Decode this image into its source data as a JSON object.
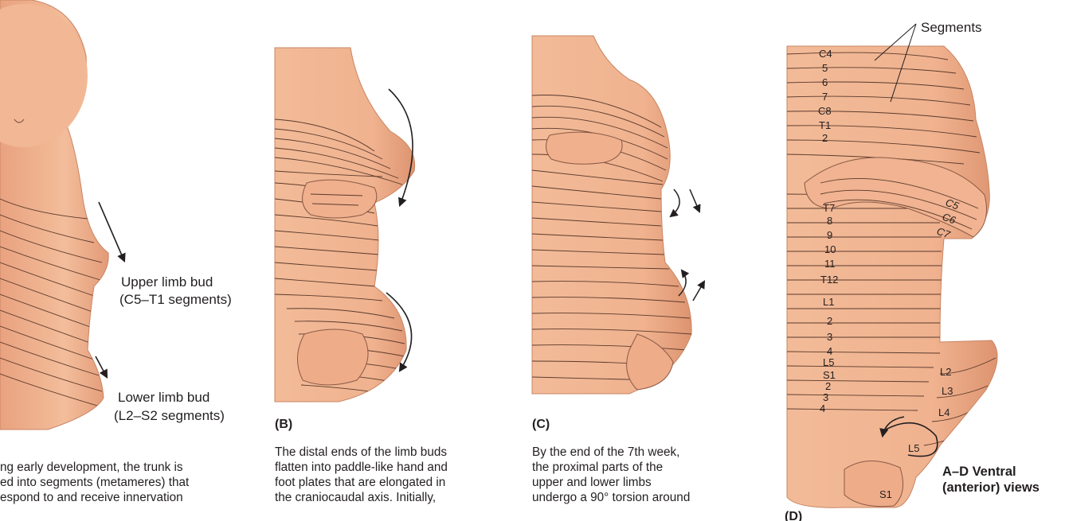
{
  "panel_a": {
    "upper_label_1": "Upper limb bud",
    "upper_label_2": "(C5–T1 segments)",
    "lower_label_1": "Lower limb bud",
    "lower_label_2": "(L2–S2 segments)",
    "caption_1": "ng early development, the trunk is",
    "caption_2": "ed into segments (metameres) that",
    "caption_3": "espond to and receive innervation"
  },
  "panel_b": {
    "label": "(B)",
    "caption_1": "The distal ends of the limb buds",
    "caption_2": "flatten into paddle-like hand and",
    "caption_3": "foot plates that are elongated in",
    "caption_4": "the craniocaudal axis. Initially,"
  },
  "panel_c": {
    "label": "(C)",
    "caption_1": "By the end of the 7th week,",
    "caption_2": "the proximal parts of the",
    "caption_3": "upper and lower limbs",
    "caption_4": "undergo a 90° torsion around"
  },
  "panel_d": {
    "label": "(D)",
    "segments_label": "Segments",
    "views_1": "A–D Ventral",
    "views_2": "(anterior) views",
    "trunk_segments": [
      "C4",
      "5",
      "6",
      "7",
      "C8",
      "T1",
      "2",
      "T7",
      "8",
      "9",
      "10",
      "11",
      "T12",
      "L1",
      "2",
      "3",
      "4",
      "L5",
      "S1",
      "2",
      "3",
      "4"
    ],
    "arm_segments": [
      "C5",
      "C6",
      "C7"
    ],
    "leg_segments": [
      "L2",
      "L3",
      "L4",
      "L5",
      "S1"
    ]
  },
  "colors": {
    "skin": "#f1b896",
    "skin_shadow": "#d98e6b",
    "stripe": "#4a2f24",
    "ink": "#231f20"
  }
}
